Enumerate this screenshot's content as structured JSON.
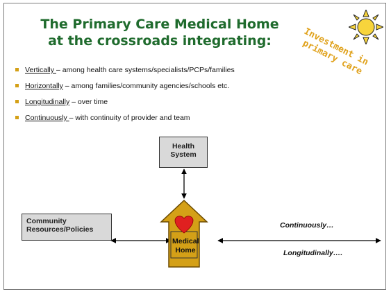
{
  "slide": {
    "title_line1": "The Primary Care Medical Home",
    "title_line2": "at the crossroads integrating:",
    "stamp_line1": "Investment in",
    "stamp_line2": "primary care"
  },
  "bullets": [
    {
      "term": "Vertically ",
      "text": "– among health care systems/specialists/PCPs/families"
    },
    {
      "term": "Horizontally",
      "text": " – among families/community agencies/schools etc."
    },
    {
      "term": "Longitudinally",
      "text": " –  over time"
    },
    {
      "term": "Continuously ",
      "text": "– with continuity of provider and team"
    }
  ],
  "diagram": {
    "health_system_line1": "Health",
    "health_system_line2": "System",
    "community_line1": "Community",
    "community_line2": "Resources/Policies",
    "medical_home_line1": "Medical",
    "medical_home_line2": "Home",
    "continuously_label": "Continuously…",
    "longitudinally_label": "Longitudinally…."
  },
  "colors": {
    "title_green": "#1f6b2d",
    "stamp_orange": "#e0a21c",
    "bullet_gold": "#d4a017",
    "house_fill": "#d4a017",
    "heart_red": "#e02020",
    "sun_fill": "#f7d43c"
  }
}
